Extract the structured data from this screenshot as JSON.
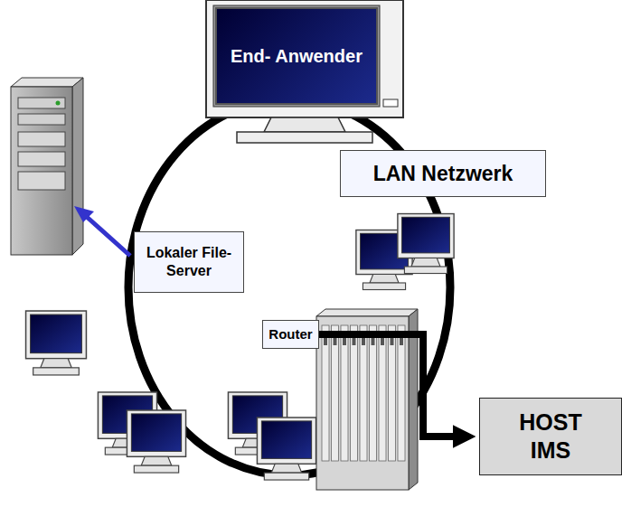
{
  "diagram": {
    "nodes": [
      {
        "text": [
          "End- Anwender"
        ]
      },
      {
        "text": [
          "LAN Netzwerk"
        ]
      },
      {
        "text": [
          "Lokaler File-Server"
        ]
      },
      {
        "text": [
          "Router"
        ]
      },
      {
        "text": [
          "HOST IMS"
        ]
      }
    ],
    "edges": [
      {
        "from": 3,
        "to": 4,
        "arrow": "to"
      }
    ]
  }
}
